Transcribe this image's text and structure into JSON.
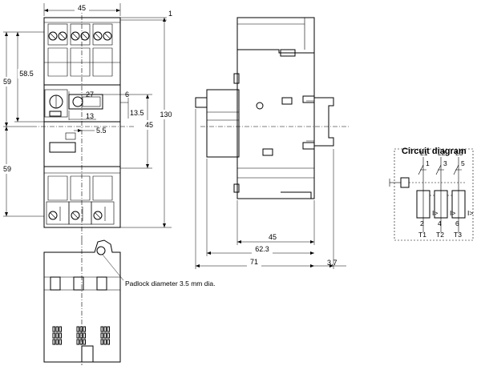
{
  "dimensions": {
    "width_front": "45",
    "height_total": "130",
    "height_upper": "58.5",
    "height_half_top": "59",
    "height_half_bottom": "59",
    "knob_27": "27",
    "knob_6": "6",
    "knob_13_5": "13.5",
    "knob_13": "13",
    "knob_5_5": "5.5",
    "height_45_right": "45",
    "tick_1": "1",
    "side_45": "45",
    "side_62_3": "62.3",
    "side_71": "71",
    "side_3_7": "3.7"
  },
  "annotations": {
    "padlock": "Padlock diameter 3.5 mm dia."
  },
  "circuit": {
    "title": "Circuit diagram",
    "top_labels": [
      "L1",
      "L2",
      "L3"
    ],
    "top_numbers": [
      "1",
      "3",
      "5"
    ],
    "bottom_numbers": [
      "2",
      "4",
      "6"
    ],
    "bottom_labels": [
      "T1",
      "T2",
      "T3"
    ],
    "coil_symbol": "I>"
  },
  "terminal_marks": [
    "2/T1",
    "4/T2",
    "6/T3"
  ]
}
